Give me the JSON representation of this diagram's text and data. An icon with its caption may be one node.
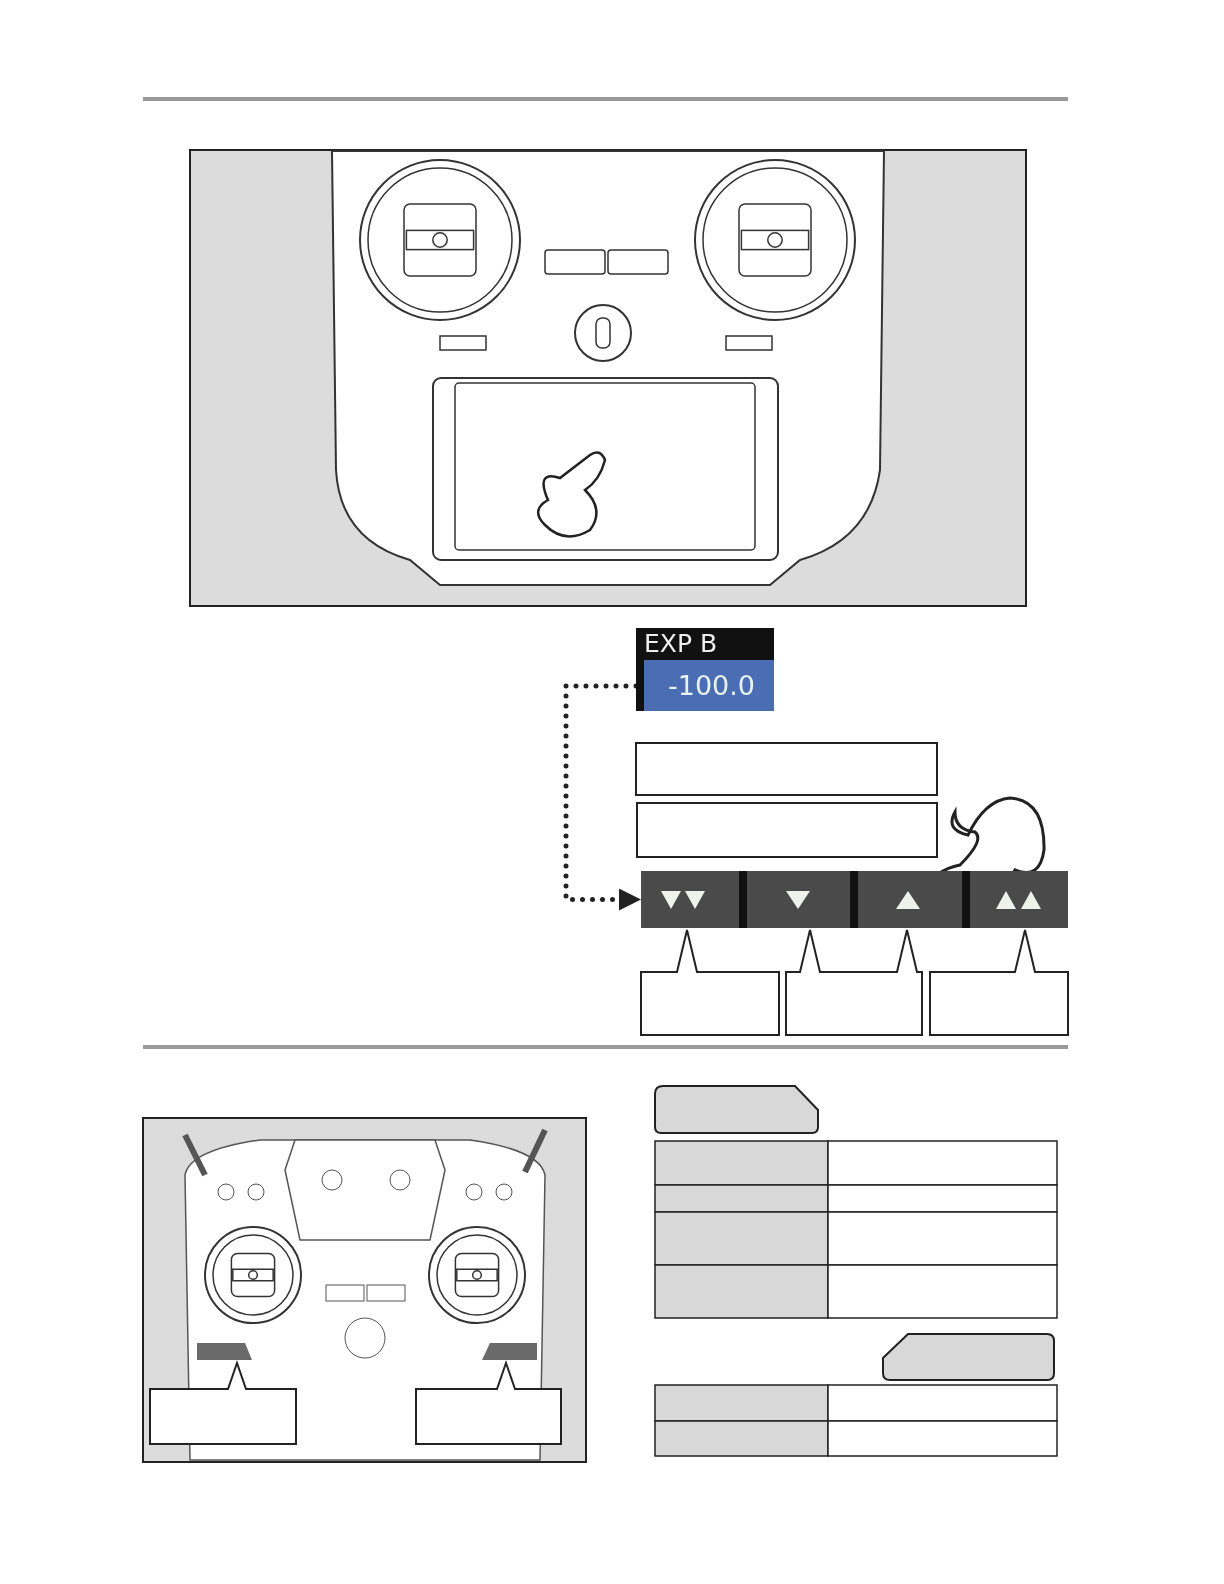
{
  "diagram": {
    "nodes": [
      {
        "text": [
          "EXP B",
          "-100.0"
        ]
      },
      {
        "text": [],
        "shape": "box"
      },
      {
        "text": [],
        "shape": "box"
      },
      {
        "text": [],
        "shape": "bar"
      },
      {
        "text": [],
        "shape": "box"
      },
      {
        "text": [],
        "shape": "box"
      },
      {
        "text": [],
        "shape": "box"
      },
      {
        "text": [],
        "shape": "box"
      },
      {
        "text": [],
        "shape": "box"
      },
      {
        "text": [],
        "shape": "box"
      },
      {
        "text": [],
        "shape": "box"
      }
    ],
    "edges": [
      {
        "from": 0,
        "to": 3,
        "arrow": "to",
        "style": "dashed"
      }
    ]
  }
}
